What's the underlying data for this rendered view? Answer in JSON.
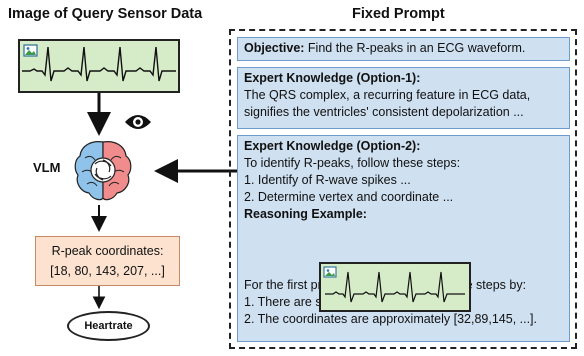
{
  "left_title": "Image of Query Sensor Data",
  "right_title": "Fixed Prompt",
  "vlm_label": "VLM",
  "coords_box": {
    "line1": "R-peak coordinates:",
    "line2": "[18, 80, 143, 207, ...]"
  },
  "heartrate_label": "Heartrate",
  "objective": {
    "label": "Objective:",
    "text": " Find the R-peaks in an ECG waveform."
  },
  "expert1": {
    "heading": "Expert Knowledge (Option-1):",
    "lines": [
      "The QRS complex, a recurring feature in ECG data,",
      "signifies the ventricles' consistent depolarization ..."
    ]
  },
  "expert2": {
    "heading": "Expert Knowledge (Option-2):",
    "lines": [
      "To identify R-peaks, follow these steps:",
      "1. Identify of R-wave spikes ...",
      "2. Determine vertex and coordinate ..."
    ],
    "reasoning_heading": "Reasoning Example:",
    "after_lines": [
      "For the first provided image, following the steps by:",
      "1. There are six sharp spikes in total.",
      "2. The coordinates are approximately [32,89,145, ...]."
    ]
  },
  "colors": {
    "panel_blue": "#cfe0f1",
    "ecg_green": "#d6ecc9",
    "coords_orange": "#fde3cf",
    "brain_blue": "#8fc3e9",
    "brain_pink": "#f08c8c"
  }
}
